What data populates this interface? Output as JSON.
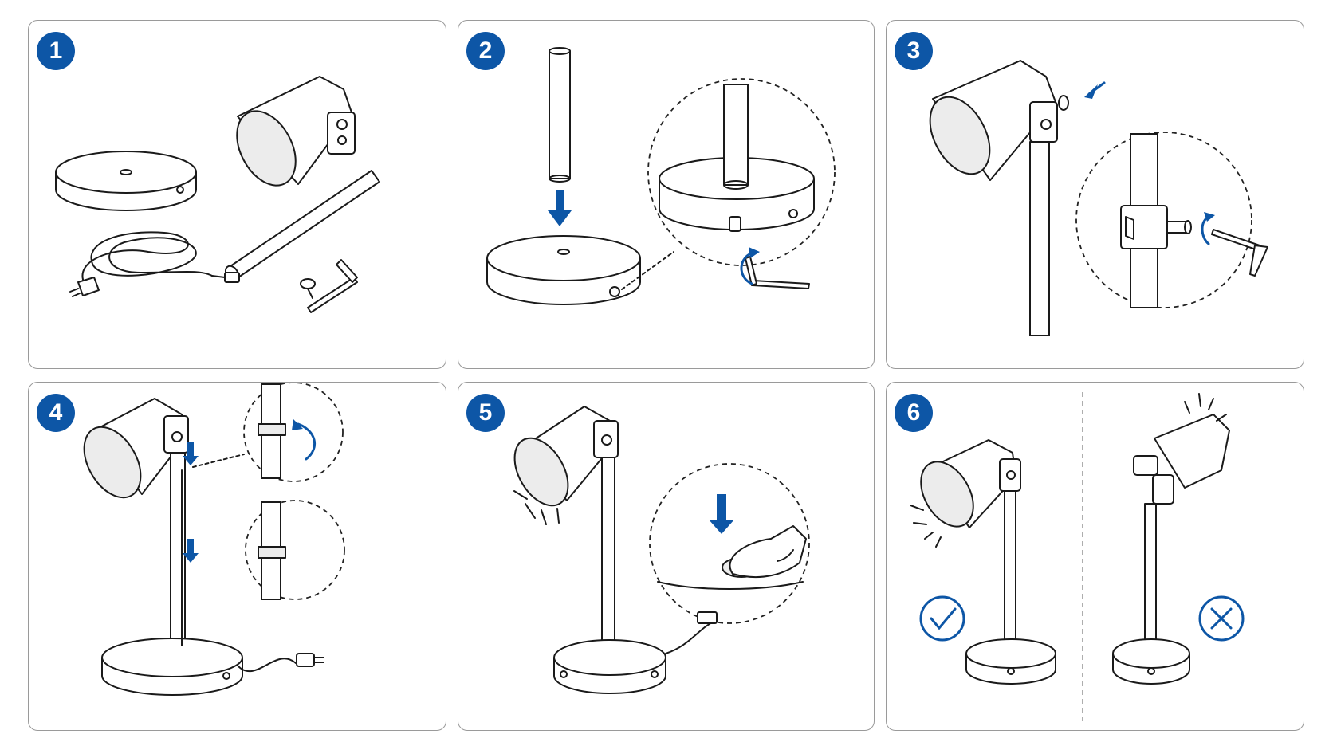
{
  "steps": [
    {
      "number": "1"
    },
    {
      "number": "2"
    },
    {
      "number": "3"
    },
    {
      "number": "4"
    },
    {
      "number": "5"
    },
    {
      "number": "6"
    }
  ],
  "colors": {
    "accent": "#0d56a6",
    "line": "#1a1a1a",
    "frame": "#9a9a9a"
  },
  "icons": {
    "step1": [
      "base-disc",
      "lamp-shade",
      "pole-tube",
      "power-cord",
      "thumb-screw",
      "hex-key"
    ],
    "step2": [
      "pole-tube",
      "down-arrow",
      "base-disc",
      "zoom-circle",
      "hex-key",
      "rotate-arrow"
    ],
    "step3": [
      "lamp-shade",
      "insert-arrow",
      "zoom-circle",
      "clamp-bolt",
      "hex-key",
      "rotate-arrow"
    ],
    "step4": [
      "assembled-lamp",
      "down-arrow",
      "cable-clip-zoom",
      "plug"
    ],
    "step5": [
      "assembled-lamp",
      "light-rays",
      "zoom-circle",
      "finger-press",
      "down-arrow"
    ],
    "step6": [
      "correct-lamp",
      "check-icon",
      "divider",
      "incorrect-lamp",
      "cross-icon"
    ]
  }
}
